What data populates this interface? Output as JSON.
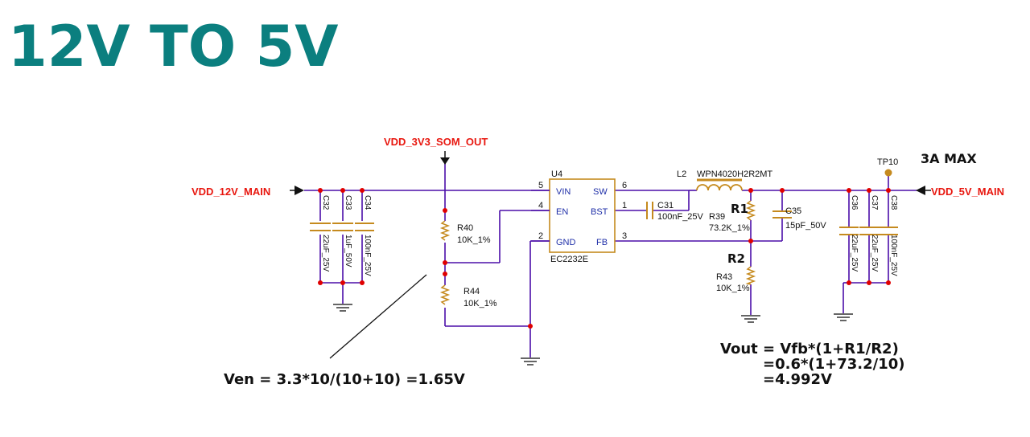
{
  "header": {
    "title": "12V TO 5V"
  },
  "colors": {
    "title": "#0b7f7f",
    "wire": "#4b0ea8",
    "net_label": "#e8170f",
    "component": "#c58a1e",
    "junction": "#e00000",
    "text": "#111111",
    "ground": "#333333"
  },
  "nets": {
    "input": "VDD_12V_MAIN",
    "enable_source": "VDD_3V3_SOM_OUT",
    "output": "VDD_5V_MAIN"
  },
  "ic": {
    "refdes": "U4",
    "part": "EC2232E",
    "pins": [
      {
        "num": "5",
        "name": "VIN"
      },
      {
        "num": "4",
        "name": "EN"
      },
      {
        "num": "2",
        "name": "GND"
      },
      {
        "num": "6",
        "name": "SW"
      },
      {
        "num": "1",
        "name": "BST"
      },
      {
        "num": "3",
        "name": "FB"
      }
    ]
  },
  "inductor": {
    "refdes": "L2",
    "part": "WPN4020H2R2MT"
  },
  "resistors": [
    {
      "refdes": "R40",
      "value": "10K_1%"
    },
    {
      "refdes": "R44",
      "value": "10K_1%"
    },
    {
      "refdes": "R39",
      "value": "73.2K_1%",
      "alias": "R1"
    },
    {
      "refdes": "R43",
      "value": "10K_1%",
      "alias": "R2"
    }
  ],
  "capacitors": [
    {
      "refdes": "C32",
      "value": "22uF_25V"
    },
    {
      "refdes": "C33",
      "value": "1uF_50V"
    },
    {
      "refdes": "C34",
      "value": "100nF_25V"
    },
    {
      "refdes": "C31",
      "value": "100nF_25V"
    },
    {
      "refdes": "C35",
      "value": "15pF_50V"
    },
    {
      "refdes": "C36",
      "value": "22uF_25V"
    },
    {
      "refdes": "C37",
      "value": "22uF_25V"
    },
    {
      "refdes": "C38",
      "value": "100nF_25V"
    }
  ],
  "testpoint": {
    "refdes": "TP10"
  },
  "notes": {
    "max_current": "3A MAX",
    "ven_equation": "Ven = 3.3*10/(10+10) =1.65V",
    "vout_line1": "Vout = Vfb*(1+R1/R2)",
    "vout_line2": "=0.6*(1+73.2/10)",
    "vout_line3": "=4.992V"
  }
}
